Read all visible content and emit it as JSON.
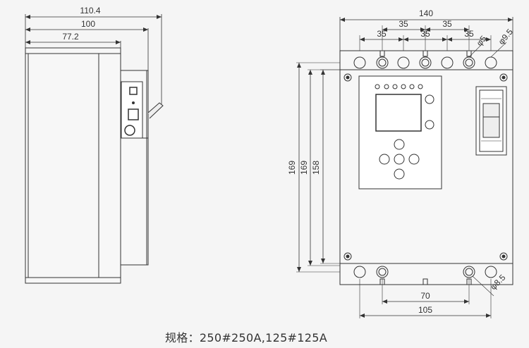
{
  "side_view": {
    "dimensions": {
      "overall_depth": "110.4",
      "body_depth": "100",
      "front_depth": "77.2"
    }
  },
  "front_view": {
    "dimensions": {
      "overall_width": "140",
      "pitch_1": "35",
      "pitch_2": "35",
      "pitch_3": "35",
      "pitch_4": "35",
      "pitch_5": "35",
      "hole_small": "φ5",
      "hole_large": "φ9.5",
      "height_1": "169",
      "height_2": "169",
      "height_3": "158",
      "bottom_pitch": "70",
      "bottom_width": "105",
      "bottom_hole": "φ8.5"
    }
  },
  "caption": {
    "label": "规格：",
    "value": "250#250A,125#125A"
  }
}
